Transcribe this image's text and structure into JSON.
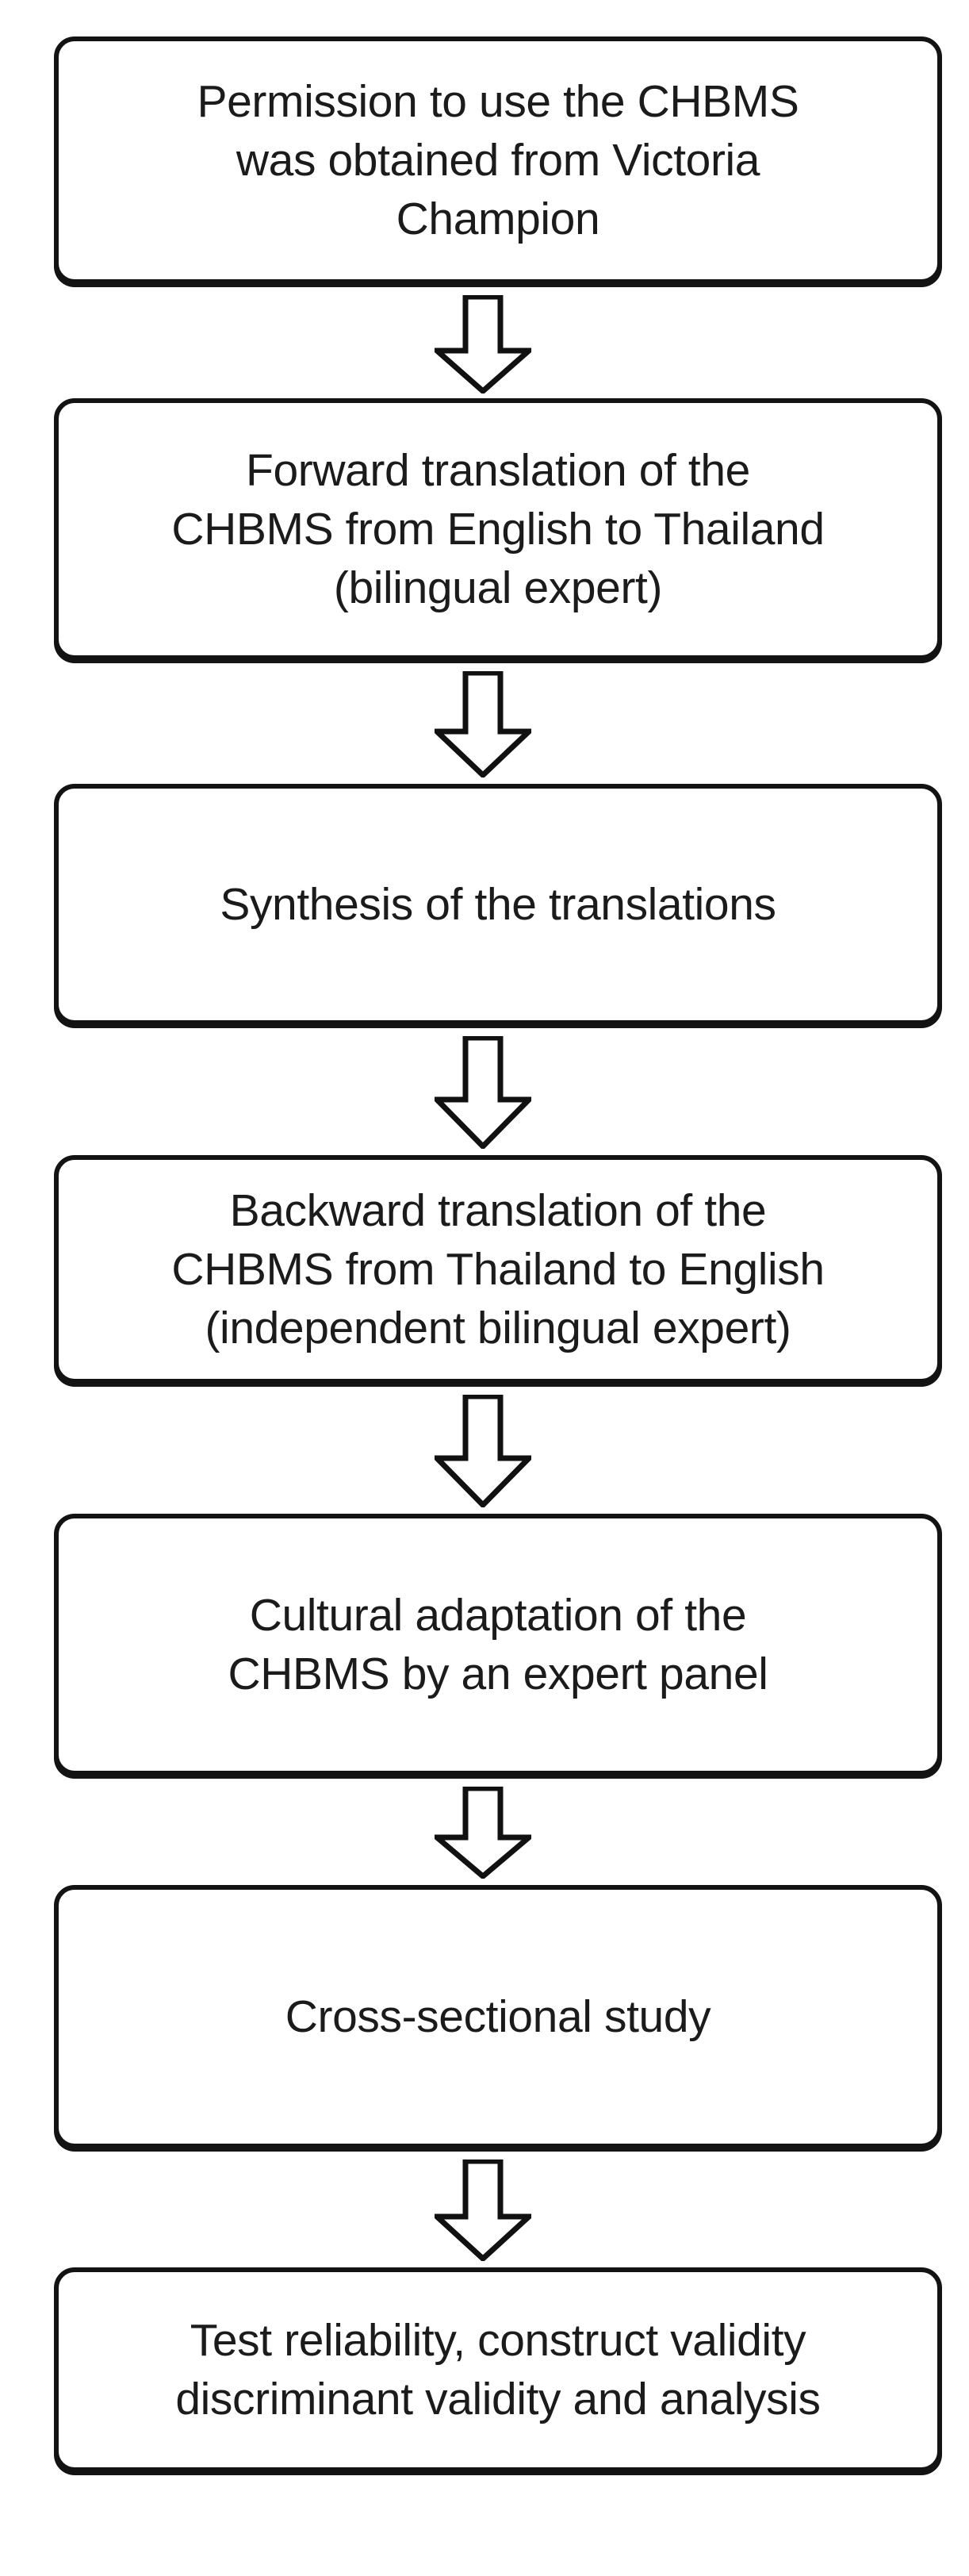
{
  "figure": {
    "type": "flowchart",
    "orientation": "vertical-top-to-bottom",
    "node_count": 7,
    "arrow_count": 6,
    "colors": {
      "background": "#ffffff",
      "node_fill": "#ffffff",
      "node_border": "#131313",
      "text": "#1b1b1b",
      "arrow_stroke": "#111111",
      "arrow_fill": "#ffffff"
    }
  },
  "nodes": [
    {
      "id": "permission",
      "text": "Permission to use the CHBMS\nwas obtained from Victoria\nChampion",
      "lines": [
        "Permission to use the CHBMS",
        "was obtained from Victoria",
        "Champion"
      ]
    },
    {
      "id": "forward-translation",
      "text": "Forward translation of the\nCHBMS from English to Thailand\n(bilingual expert)",
      "lines": [
        "Forward translation of the",
        "CHBMS from English to Thailand",
        "(bilingual expert)"
      ]
    },
    {
      "id": "synthesis",
      "text": "Synthesis of the translations",
      "lines": [
        "Synthesis of the translations"
      ]
    },
    {
      "id": "backward-translation",
      "text": "Backward translation of the\nCHBMS from Thailand to English\n(independent bilingual expert)",
      "lines": [
        "Backward translation of the",
        "CHBMS from Thailand to English",
        "(independent bilingual expert)"
      ]
    },
    {
      "id": "cultural-adaptation",
      "text": "Cultural adaptation of the\nCHBMS by an expert panel",
      "lines": [
        "Cultural adaptation of the",
        "CHBMS by an expert panel"
      ]
    },
    {
      "id": "cross-sectional-study",
      "text": "Cross-sectional study",
      "lines": [
        "Cross-sectional study"
      ]
    },
    {
      "id": "testing-analysis",
      "text": "Test reliability, construct validity\ndiscriminant validity and analysis",
      "lines": [
        "Test reliability, construct validity",
        "discriminant validity and analysis"
      ]
    }
  ],
  "arrows": [
    {
      "id": "arrow-permission-to-forward",
      "icon": "down-block-arrow-icon"
    },
    {
      "id": "arrow-forward-to-synthesis",
      "icon": "down-block-arrow-icon"
    },
    {
      "id": "arrow-synthesis-to-backward",
      "icon": "down-block-arrow-icon"
    },
    {
      "id": "arrow-backward-to-cultural",
      "icon": "down-block-arrow-icon"
    },
    {
      "id": "arrow-cultural-to-study",
      "icon": "down-block-arrow-icon"
    },
    {
      "id": "arrow-study-to-testing",
      "icon": "down-block-arrow-icon"
    }
  ]
}
